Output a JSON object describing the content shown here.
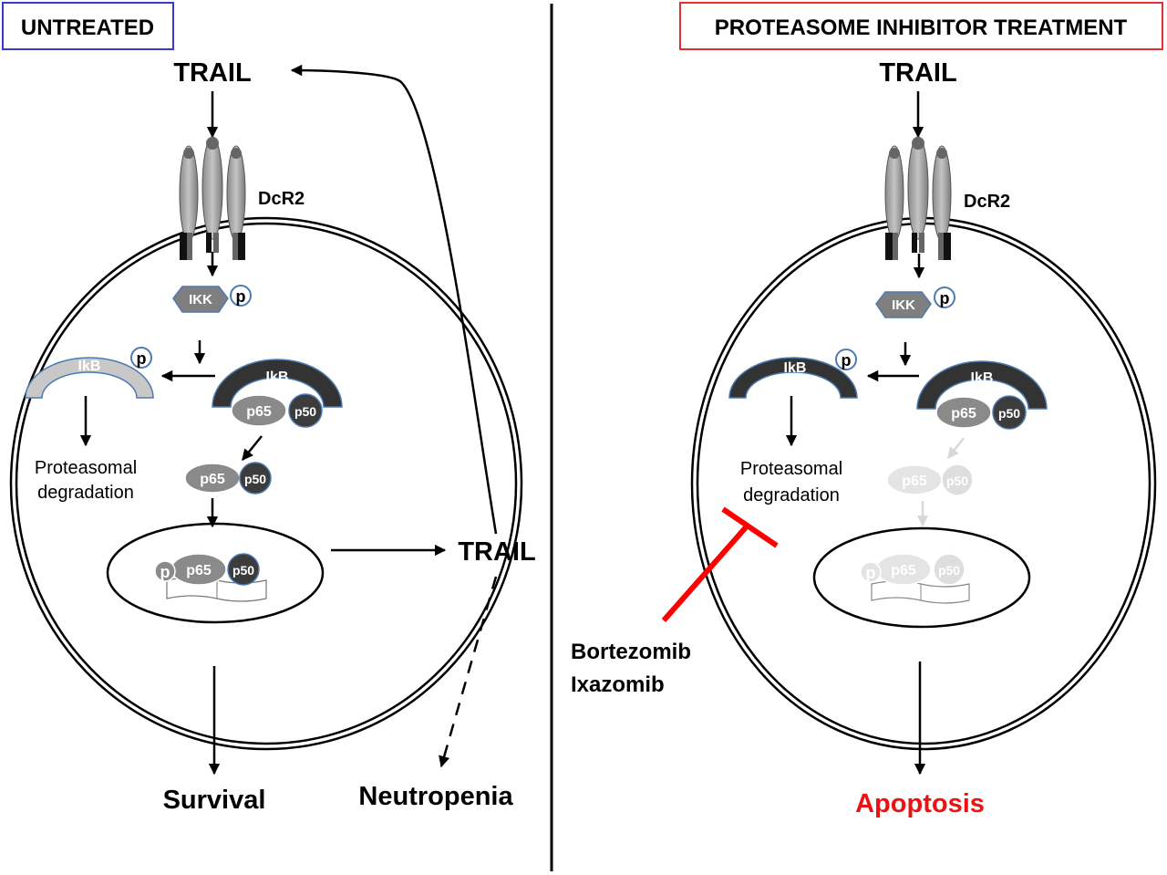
{
  "left_panel": {
    "title": "UNTREATED",
    "title_color": "#3a3ad0",
    "trail_top": "TRAIL",
    "receptor": "DcR2",
    "ikk": "IKK",
    "p": "p",
    "ikb_phos": "IkB",
    "ikb_complex": "IkB",
    "p65": "p65",
    "p50": "p50",
    "degradation_line1": "Proteasomal",
    "degradation_line2": "degradation",
    "trail_out": "TRAIL",
    "outcome": "Survival",
    "side_effect": "Neutropenia"
  },
  "right_panel": {
    "title": "PROTEASOME INHIBITOR TREATMENT",
    "title_color": "#e03030",
    "trail_top": "TRAIL",
    "receptor": "DcR2",
    "ikk": "IKK",
    "p": "p",
    "ikb_phos": "IkB",
    "ikb_complex": "IkB",
    "p65": "p65",
    "p50": "p50",
    "degradation_line1": "Proteasomal",
    "degradation_line2": "degradation",
    "drug1": "Bortezomib",
    "drug2": "Ixazomib",
    "outcome": "Apoptosis",
    "outcome_color": "#ee1111",
    "inhibitor_color": "#ff0000"
  }
}
